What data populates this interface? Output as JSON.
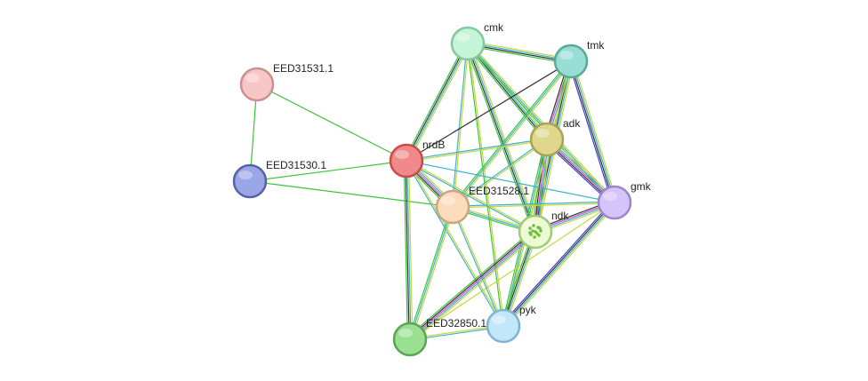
{
  "network": {
    "nodes": [
      {
        "id": "cmk",
        "label": "cmk",
        "color": "#c3f5d6",
        "stroke": "#86c7a0"
      },
      {
        "id": "tmk",
        "label": "tmk",
        "color": "#98ded4",
        "stroke": "#5aa89c"
      },
      {
        "id": "EED31531.1",
        "label": "EED31531.1",
        "color": "#f7c6c6",
        "stroke": "#c99090"
      },
      {
        "id": "nrdB",
        "label": "nrdB",
        "color": "#f08a8a",
        "stroke": "#c94a4a"
      },
      {
        "id": "adk",
        "label": "adk",
        "color": "#dfd88c",
        "stroke": "#a9a25a"
      },
      {
        "id": "EED31530.1",
        "label": "EED31530.1",
        "color": "#9aa6e6",
        "stroke": "#5562a8"
      },
      {
        "id": "EED31528.1",
        "label": "EED31528.1",
        "color": "#fcdcbc",
        "stroke": "#c9a77c"
      },
      {
        "id": "gmk",
        "label": "gmk",
        "color": "#d5c4fa",
        "stroke": "#9b86c9"
      },
      {
        "id": "ndk",
        "label": "ndk",
        "color": "#eefad2",
        "stroke": "#9fc97a"
      },
      {
        "id": "EED32850.1",
        "label": "EED32850.1",
        "color": "#9adf92",
        "stroke": "#5aa552"
      },
      {
        "id": "pyk",
        "label": "pyk",
        "color": "#c4e6fa",
        "stroke": "#7fb3d3"
      }
    ],
    "edges": [
      {
        "source": "EED31531.1",
        "target": "EED31530.1",
        "colors": [
          "#3cc43c"
        ]
      },
      {
        "source": "EED31531.1",
        "target": "nrdB",
        "colors": [
          "#3cc43c"
        ]
      },
      {
        "source": "EED31530.1",
        "target": "nrdB",
        "colors": [
          "#3cc43c"
        ]
      },
      {
        "source": "EED31530.1",
        "target": "EED31528.1",
        "colors": [
          "#3cc43c"
        ]
      },
      {
        "source": "cmk",
        "target": "tmk",
        "colors": [
          "#c8d63c",
          "#3ab5c9",
          "#333333",
          "#3cc43c"
        ]
      },
      {
        "source": "cmk",
        "target": "adk",
        "colors": [
          "#c8d63c",
          "#3ab5c9",
          "#333333",
          "#3cc43c"
        ]
      },
      {
        "source": "cmk",
        "target": "gmk",
        "colors": [
          "#c8d63c",
          "#3ab5c9",
          "#3cc43c"
        ]
      },
      {
        "source": "cmk",
        "target": "ndk",
        "colors": [
          "#c8d63c",
          "#3ab5c9",
          "#333333",
          "#3cc43c"
        ]
      },
      {
        "source": "cmk",
        "target": "nrdB",
        "colors": [
          "#c8d63c",
          "#3ab5c9",
          "#333333",
          "#3cc43c"
        ]
      },
      {
        "source": "cmk",
        "target": "EED31528.1",
        "colors": [
          "#c8d63c",
          "#3ab5c9"
        ]
      },
      {
        "source": "cmk",
        "target": "pyk",
        "colors": [
          "#c8d63c",
          "#3cc43c"
        ]
      },
      {
        "source": "tmk",
        "target": "adk",
        "colors": [
          "#c8d63c",
          "#3ab5c9",
          "#d14cd1",
          "#333333"
        ]
      },
      {
        "source": "tmk",
        "target": "gmk",
        "colors": [
          "#c8d63c",
          "#3ab5c9",
          "#333333",
          "#3c3cd1"
        ]
      },
      {
        "source": "tmk",
        "target": "ndk",
        "colors": [
          "#c8d63c",
          "#3ab5c9",
          "#333333",
          "#3cc43c"
        ]
      },
      {
        "source": "tmk",
        "target": "nrdB",
        "colors": [
          "#333333"
        ]
      },
      {
        "source": "tmk",
        "target": "EED31528.1",
        "colors": [
          "#c8d63c",
          "#3ab5c9",
          "#3cc43c"
        ]
      },
      {
        "source": "tmk",
        "target": "pyk",
        "colors": [
          "#c8d63c"
        ]
      },
      {
        "source": "adk",
        "target": "gmk",
        "colors": [
          "#c8d63c",
          "#3ab5c9",
          "#d14cd1",
          "#333333",
          "#3c3cd1"
        ]
      },
      {
        "source": "adk",
        "target": "ndk",
        "colors": [
          "#c8d63c",
          "#3ab5c9",
          "#d14cd1",
          "#333333",
          "#3cc43c"
        ]
      },
      {
        "source": "adk",
        "target": "nrdB",
        "colors": [
          "#c8d63c",
          "#3ab5c9"
        ]
      },
      {
        "source": "adk",
        "target": "EED31528.1",
        "colors": [
          "#c8d63c",
          "#3ab5c9"
        ]
      },
      {
        "source": "adk",
        "target": "pyk",
        "colors": [
          "#c8d63c",
          "#3ab5c9",
          "#3cc43c"
        ]
      },
      {
        "source": "gmk",
        "target": "ndk",
        "colors": [
          "#c8d63c",
          "#3ab5c9",
          "#d14cd1",
          "#333333"
        ]
      },
      {
        "source": "gmk",
        "target": "nrdB",
        "colors": [
          "#3ab5c9"
        ]
      },
      {
        "source": "gmk",
        "target": "EED31528.1",
        "colors": [
          "#c8d63c",
          "#3ab5c9"
        ]
      },
      {
        "source": "gmk",
        "target": "pyk",
        "colors": [
          "#c8d63c",
          "#3ab5c9",
          "#333333",
          "#3c3cd1"
        ]
      },
      {
        "source": "gmk",
        "target": "EED32850.1",
        "colors": [
          "#c8d63c"
        ]
      },
      {
        "source": "nrdB",
        "target": "EED31528.1",
        "colors": [
          "#c8d63c",
          "#3ab5c9",
          "#d14cd1",
          "#333333",
          "#3cc43c"
        ]
      },
      {
        "source": "nrdB",
        "target": "ndk",
        "colors": [
          "#c8d63c",
          "#3ab5c9"
        ]
      },
      {
        "source": "nrdB",
        "target": "EED32850.1",
        "colors": [
          "#c8d63c",
          "#3ab5c9",
          "#333333",
          "#3cc43c"
        ]
      },
      {
        "source": "nrdB",
        "target": "pyk",
        "colors": [
          "#c8d63c",
          "#3ab5c9"
        ]
      },
      {
        "source": "EED31528.1",
        "target": "ndk",
        "colors": [
          "#c8d63c",
          "#3ab5c9",
          "#3cc43c"
        ]
      },
      {
        "source": "EED31528.1",
        "target": "EED32850.1",
        "colors": [
          "#c8d63c",
          "#3ab5c9",
          "#3cc43c"
        ]
      },
      {
        "source": "EED31528.1",
        "target": "pyk",
        "colors": [
          "#c8d63c",
          "#3ab5c9"
        ]
      },
      {
        "source": "ndk",
        "target": "EED32850.1",
        "colors": [
          "#c8d63c",
          "#3ab5c9",
          "#d14cd1",
          "#333333",
          "#3cc43c"
        ]
      },
      {
        "source": "ndk",
        "target": "pyk",
        "colors": [
          "#c8d63c",
          "#3ab5c9",
          "#333333",
          "#3cc43c"
        ]
      },
      {
        "source": "EED32850.1",
        "target": "pyk",
        "colors": [
          "#c8d63c",
          "#3ab5c9"
        ]
      }
    ]
  }
}
